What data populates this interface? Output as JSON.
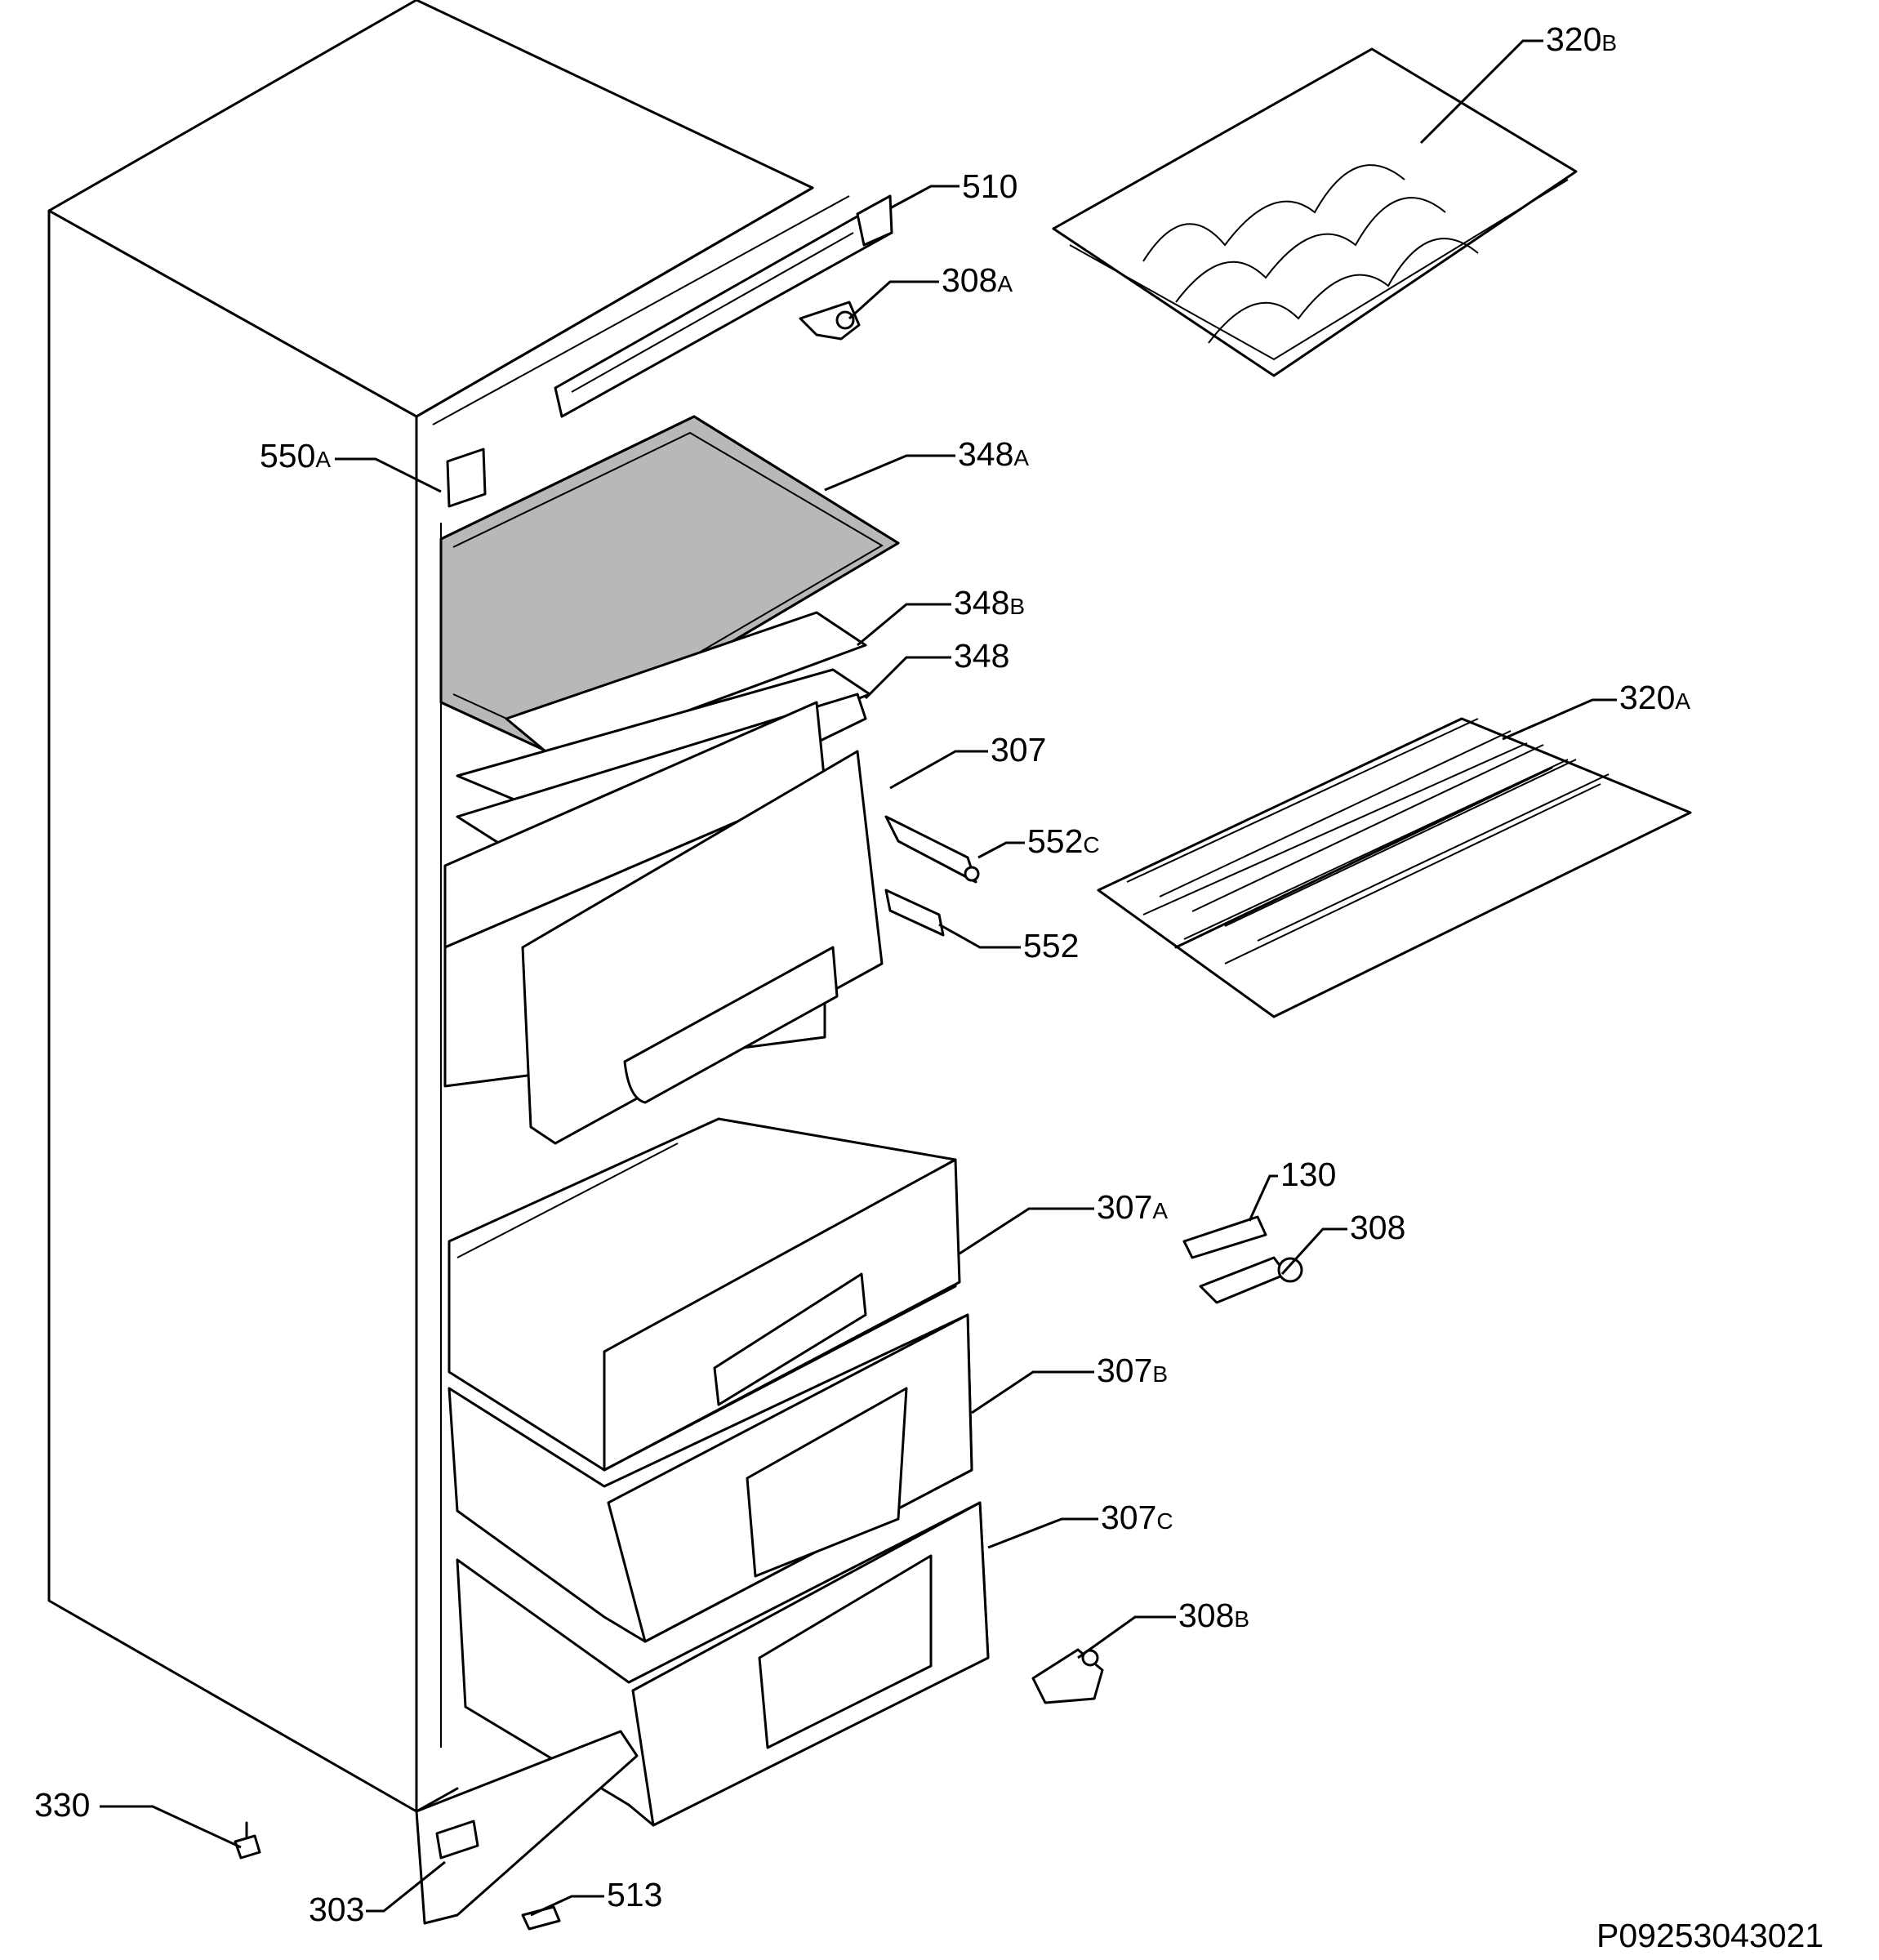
{
  "document_id": "P09253043021",
  "callouts": [
    {
      "id": "320b",
      "num": "320",
      "suffix": "B"
    },
    {
      "id": "510",
      "num": "510",
      "suffix": ""
    },
    {
      "id": "308a",
      "num": "308",
      "suffix": "A"
    },
    {
      "id": "550a",
      "num": "550",
      "suffix": "A"
    },
    {
      "id": "348a",
      "num": "348",
      "suffix": "A"
    },
    {
      "id": "348b",
      "num": "348",
      "suffix": "B"
    },
    {
      "id": "348",
      "num": "348",
      "suffix": ""
    },
    {
      "id": "320a",
      "num": "320",
      "suffix": "A"
    },
    {
      "id": "307",
      "num": "307",
      "suffix": ""
    },
    {
      "id": "552c",
      "num": "552",
      "suffix": "C"
    },
    {
      "id": "552",
      "num": "552",
      "suffix": ""
    },
    {
      "id": "130",
      "num": "130",
      "suffix": ""
    },
    {
      "id": "307a",
      "num": "307",
      "suffix": "A"
    },
    {
      "id": "308",
      "num": "308",
      "suffix": ""
    },
    {
      "id": "307b",
      "num": "307",
      "suffix": "B"
    },
    {
      "id": "307c",
      "num": "307",
      "suffix": "C"
    },
    {
      "id": "308b",
      "num": "308",
      "suffix": "B"
    },
    {
      "id": "330",
      "num": "330",
      "suffix": ""
    },
    {
      "id": "513",
      "num": "513",
      "suffix": ""
    },
    {
      "id": "303",
      "num": "303",
      "suffix": ""
    }
  ]
}
